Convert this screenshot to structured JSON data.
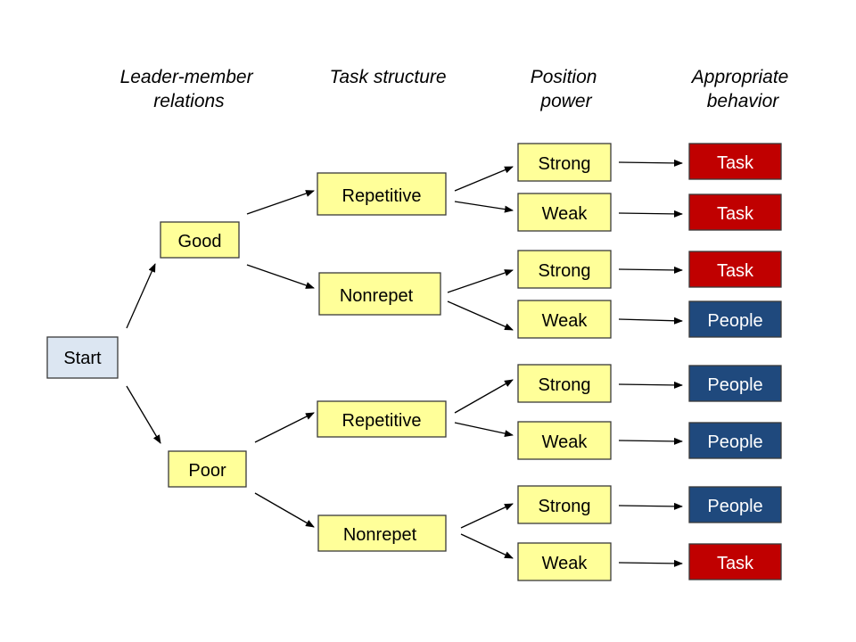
{
  "headers": {
    "leader_member": [
      "Leader-member",
      "relations"
    ],
    "task_structure": [
      "Task structure"
    ],
    "position_power": [
      "Position",
      "power"
    ],
    "appropriate_behavior": [
      "Appropriate",
      "behavior"
    ]
  },
  "colors": {
    "start_fill": "#dce6f2",
    "node_fill": "#ffff99",
    "task_fill": "#c00000",
    "people_fill": "#1f497d",
    "outcome_text": "#ffffff",
    "node_text": "#000000"
  },
  "nodes": {
    "start": "Start",
    "good": "Good",
    "poor": "Poor",
    "good_repetitive": "Repetitive",
    "good_nonrepet": "Nonrepet",
    "poor_repetitive": "Repetitive",
    "poor_nonrepet": "Nonrepet",
    "power_1": "Strong",
    "power_2": "Weak",
    "power_3": "Strong",
    "power_4": "Weak",
    "power_5": "Strong",
    "power_6": "Weak",
    "power_7": "Strong",
    "power_8": "Weak"
  },
  "outcomes": [
    {
      "label": "Task",
      "type": "task"
    },
    {
      "label": "Task",
      "type": "task"
    },
    {
      "label": "Task",
      "type": "task"
    },
    {
      "label": "People",
      "type": "people"
    },
    {
      "label": "People",
      "type": "people"
    },
    {
      "label": "People",
      "type": "people"
    },
    {
      "label": "People",
      "type": "people"
    },
    {
      "label": "Task",
      "type": "task"
    }
  ]
}
